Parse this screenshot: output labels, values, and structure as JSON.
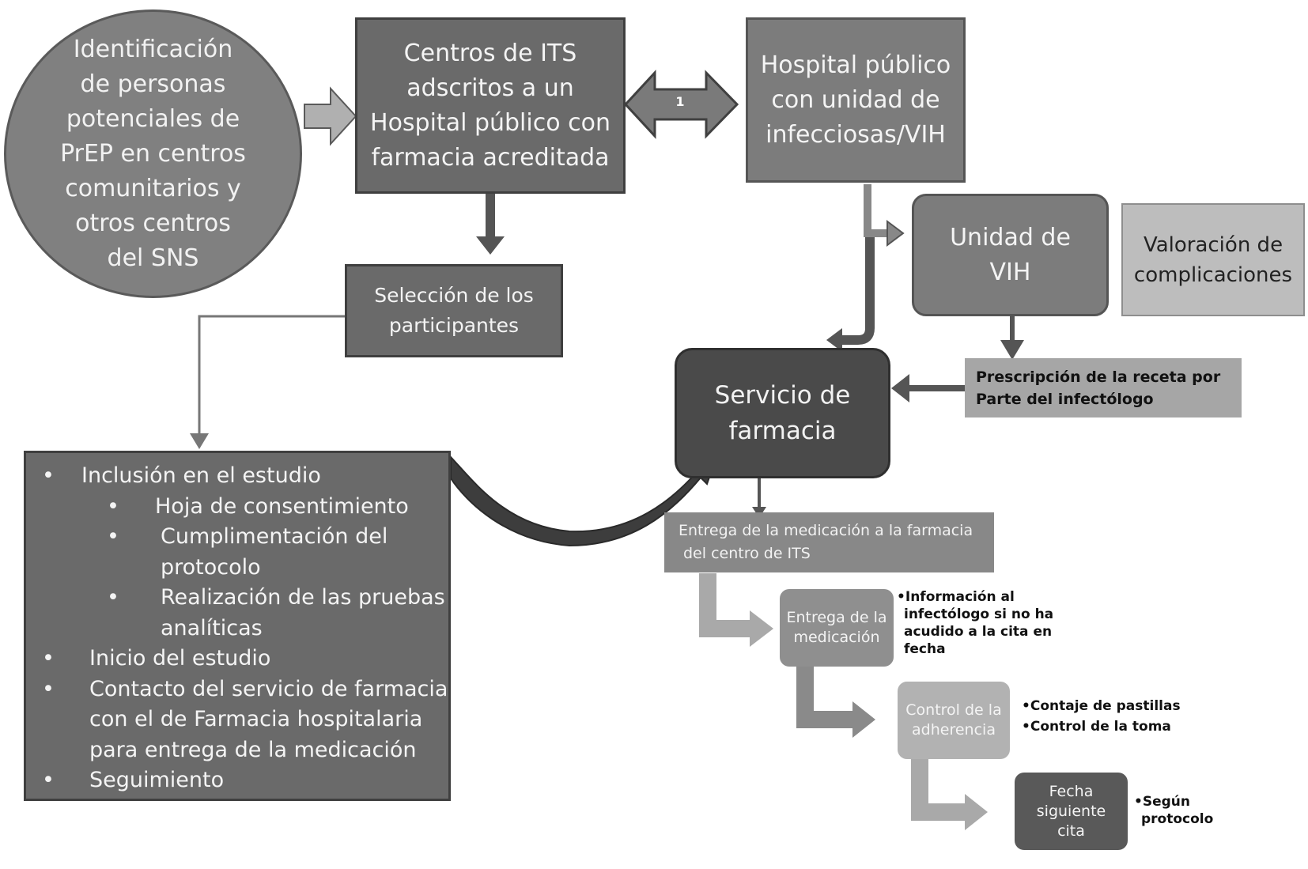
{
  "nodes": {
    "identificacion": [
      "Identificación",
      "de personas",
      "potenciales de",
      "PrEP en centros",
      "comunitarios y",
      "otros centros",
      "del SNS"
    ],
    "centros_its": [
      "Centros de ITS",
      "adscritos a un",
      "Hospital público con",
      "farmacia acreditada"
    ],
    "hospital": [
      "Hospital público",
      "con unidad de",
      "infecciosas/VIH"
    ],
    "unidad_vih": [
      "Unidad de",
      "VIH"
    ],
    "valoracion": [
      "Valoración de",
      "complicaciones"
    ],
    "seleccion": [
      "Selección de los",
      "participantes"
    ],
    "prescripcion": [
      "Prescripción de la receta por",
      "Parte del infectólogo"
    ],
    "servicio_farmacia": [
      "Servicio de",
      "farmacia"
    ],
    "entrega_farmacia": [
      "Entrega de la medicación a la farmacia",
      "del centro de ITS"
    ],
    "entrega_medicacion": [
      "Entrega de la",
      "medicación"
    ],
    "control_adherencia": [
      "Control de la",
      "adherencia"
    ],
    "fecha_cita": [
      "Fecha",
      "siguiente",
      "cita"
    ]
  },
  "arrow_label": "1",
  "study_list": [
    {
      "bullet": "•",
      "text": "Inclusión en el estudio",
      "level": 0
    },
    {
      "bullet": "•",
      "text": "Hoja de consentimiento",
      "level": 1
    },
    {
      "bullet": "•",
      "text": "Cumplimentación del",
      "level": 1
    },
    {
      "bullet": "",
      "text": "protocolo",
      "level": 1
    },
    {
      "bullet": "•",
      "text": "Realización de las pruebas",
      "level": 1
    },
    {
      "bullet": "",
      "text": "analíticas",
      "level": 1
    },
    {
      "bullet": "•",
      "text": "Inicio del estudio",
      "level": 0
    },
    {
      "bullet": "•",
      "text": "Contacto del servicio de farmacia",
      "level": 0
    },
    {
      "bullet": "",
      "text": "con el de Farmacia hospitalaria",
      "level": 0
    },
    {
      "bullet": "",
      "text": "para entrega de la medicación",
      "level": 0
    },
    {
      "bullet": "•",
      "text": "Seguimiento",
      "level": 0
    }
  ],
  "notes": {
    "informacion": [
      "•Información al",
      "infectólogo si no ha",
      "acudido a la cita en",
      "fecha"
    ],
    "control": [
      "•Contaje de pastillas",
      "•Control de la toma"
    ],
    "segun": [
      "•Según",
      "protocolo"
    ]
  }
}
